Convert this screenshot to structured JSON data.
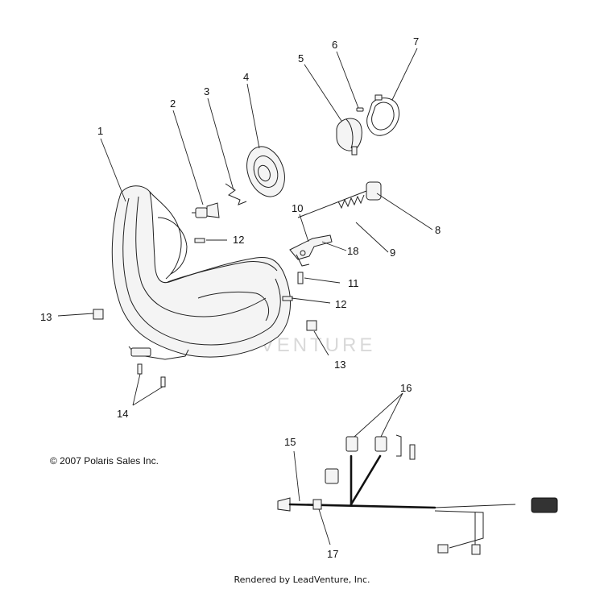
{
  "callouts": {
    "c1": "1",
    "c2": "2",
    "c3": "3",
    "c4": "4",
    "c5": "5",
    "c6": "6",
    "c7": "7",
    "c8": "8",
    "c9": "9",
    "c10": "10",
    "c11": "11",
    "c12a": "12",
    "c12b": "12",
    "c13a": "13",
    "c13b": "13",
    "c14": "14",
    "c15": "15",
    "c16": "16",
    "c17": "17",
    "c18": "18"
  },
  "watermark": "LEADVENTURE",
  "copyright": "© 2007 Polaris Sales Inc.",
  "footer": "Rendered by LeadVenture, Inc."
}
